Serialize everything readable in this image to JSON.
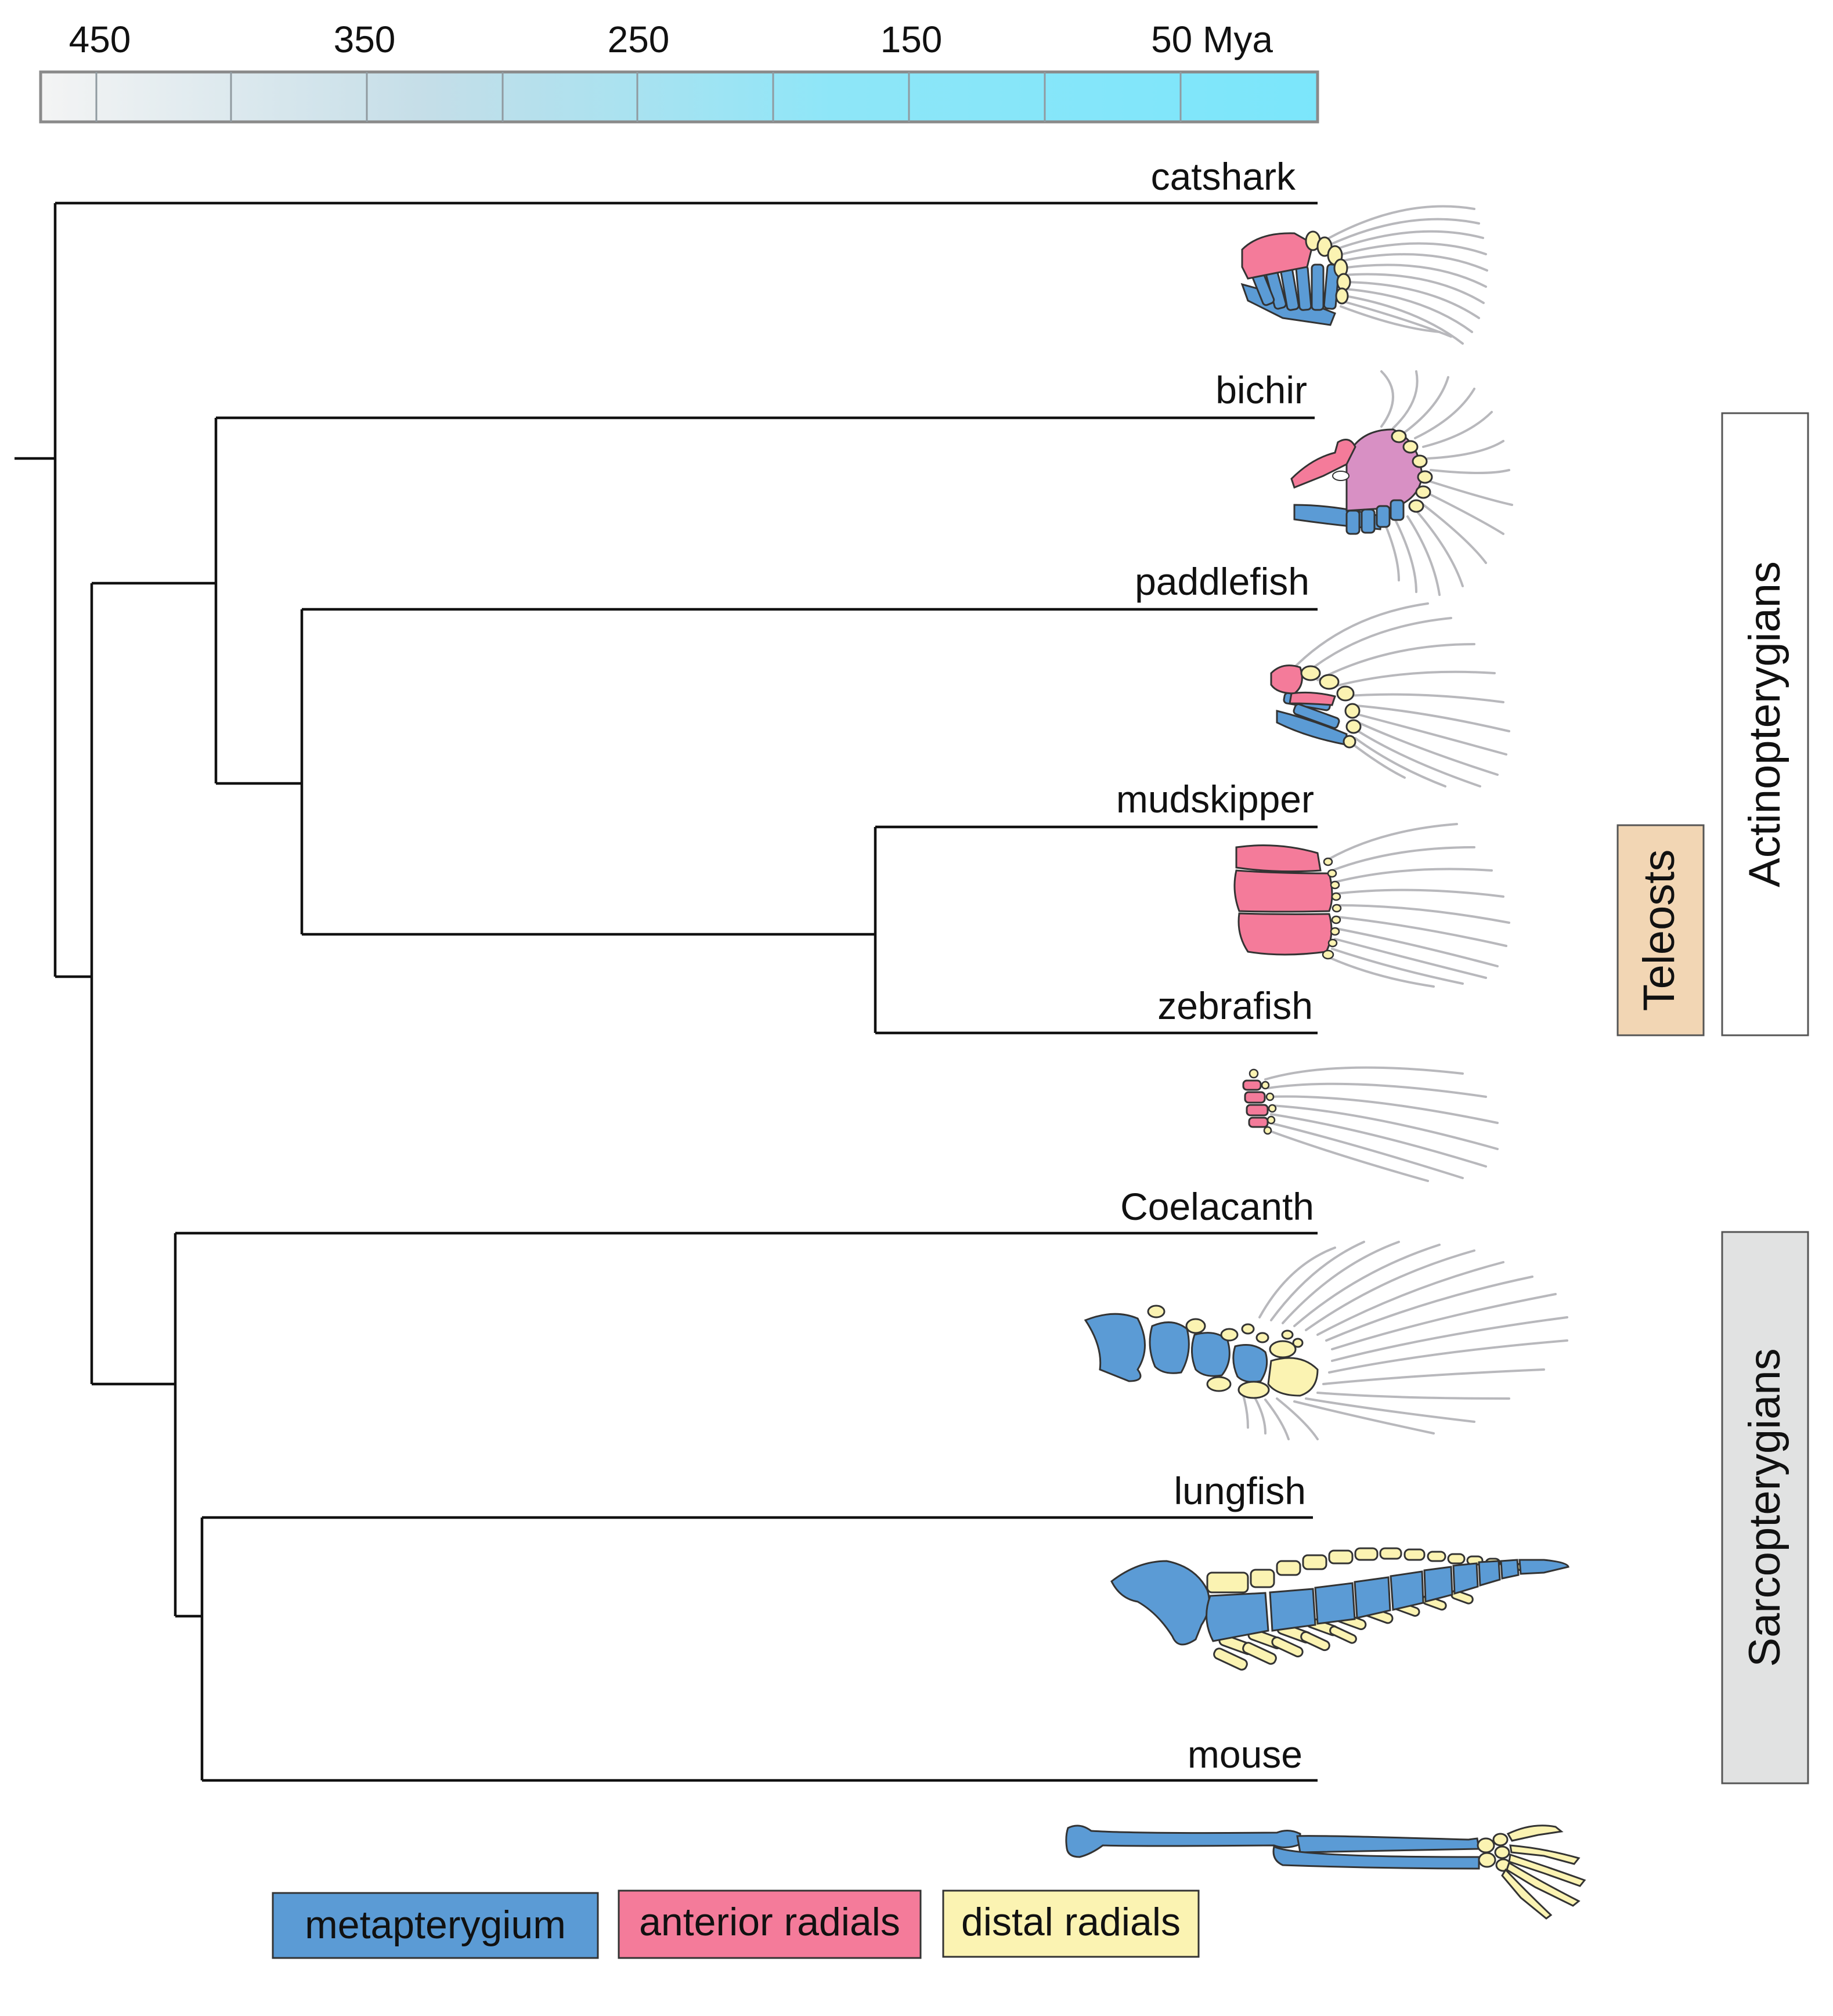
{
  "timescale": {
    "ticks": [
      "450",
      "350",
      "250",
      "150",
      "50 Mya"
    ],
    "gradient_colors": [
      "#f4f4f4",
      "#c5dee8",
      "#8ee6f8",
      "#7be6fb"
    ],
    "divider_color": "#909aa0",
    "border_color": "#8a8a8a"
  },
  "taxa": [
    "catshark",
    "bichir",
    "paddlefish",
    "mudskipper",
    "zebrafish",
    "Coelacanth",
    "lungfish",
    "mouse"
  ],
  "clades": {
    "teleosts": {
      "label": "Teleosts",
      "fill": "#f2d6b4"
    },
    "actinopterygians": {
      "label": "Actinopterygians",
      "fill": "#ffffff"
    },
    "sarcopterygians": {
      "label": "Sarcopterygians",
      "fill": "#e1e2e2"
    }
  },
  "legend": [
    {
      "label": "metapterygium",
      "color": "#5b9bd5"
    },
    {
      "label": "anterior radials",
      "color": "#f47b9a"
    },
    {
      "label": "distal radials",
      "color": "#fbf3b2"
    }
  ],
  "colors": {
    "metapterygium": "#5b9bd5",
    "anterior": "#f47b9a",
    "distal": "#fbf3b2",
    "propterygium": "#d890c4",
    "fin_ray": "#b8b8bc",
    "outline": "#333333",
    "tree_line": "#111111"
  }
}
